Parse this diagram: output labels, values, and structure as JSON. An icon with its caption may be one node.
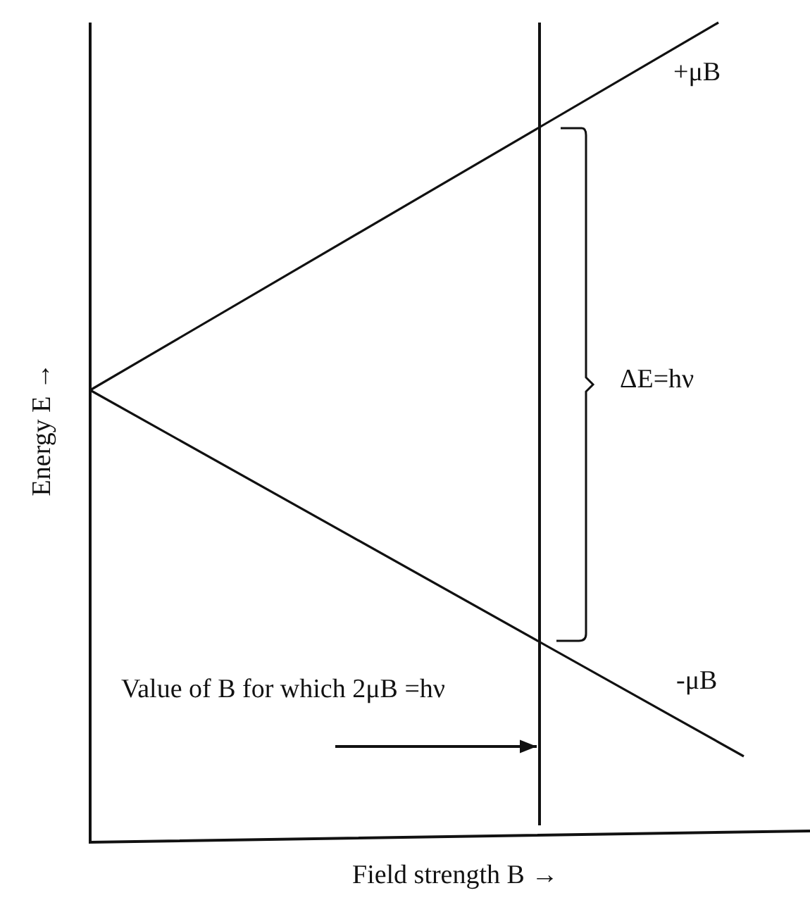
{
  "diagram": {
    "nodes": [
      {
        "text": [
          "Value of B for which 2μB =hν"
        ]
      },
      {
        "text": [],
        "shape": "line"
      }
    ],
    "edges": [
      {
        "from": 0,
        "to": 1,
        "arrow": "to"
      }
    ],
    "labels": [
      "+μB",
      "ΔE=hν",
      "-μB",
      "Energy E →",
      "Field strength B →"
    ]
  }
}
